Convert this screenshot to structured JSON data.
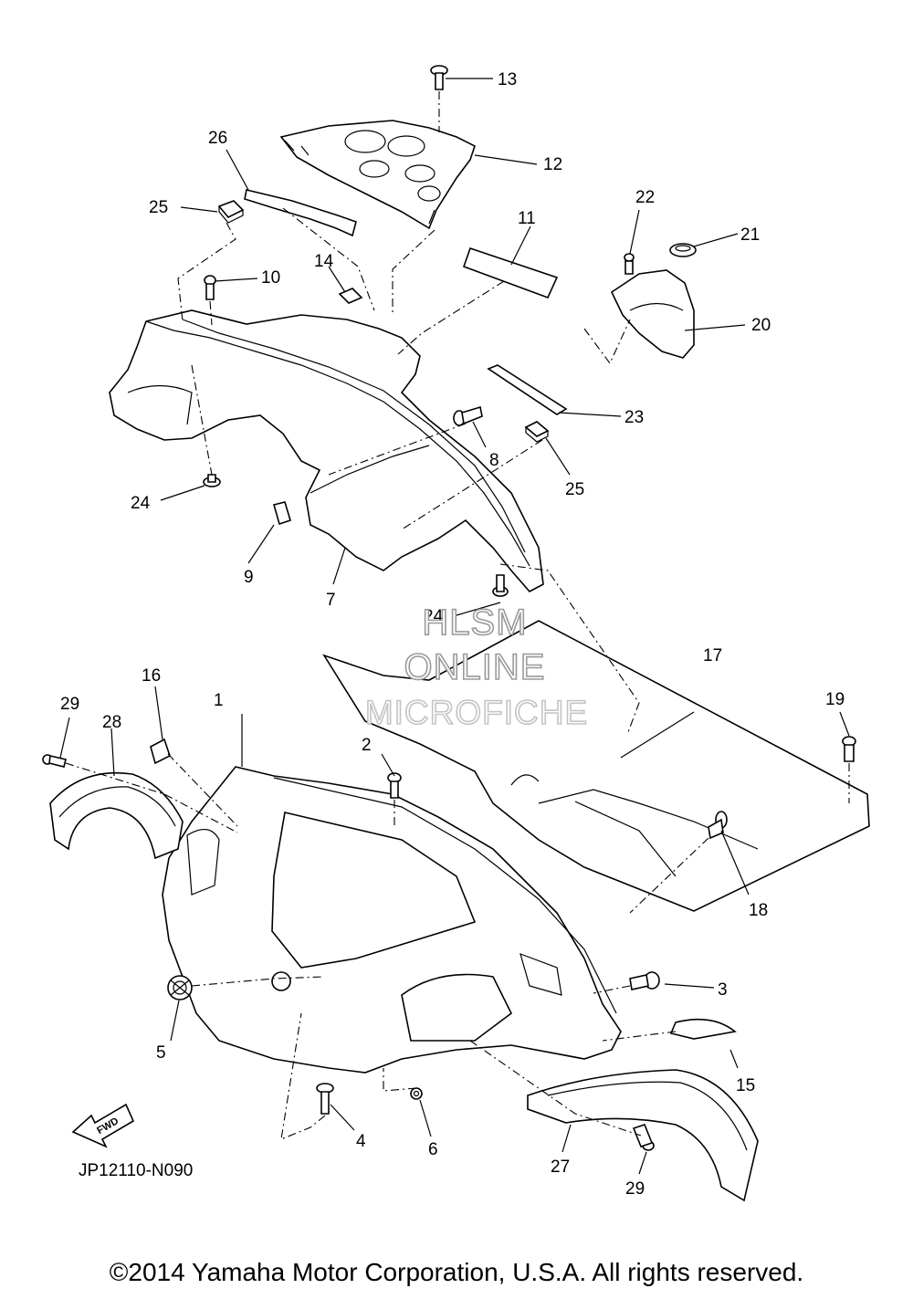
{
  "diagram_code": "JP12110-N090",
  "fwd_label": "FWD",
  "watermark": {
    "line1": "HLSM",
    "line2": "ONLINE",
    "line3": "MICROFICHE"
  },
  "copyright": "©2014 Yamaha Motor Corporation, U.S.A. All rights reserved.",
  "callouts": {
    "c1": "1",
    "c2": "2",
    "c3": "3",
    "c4": "4",
    "c5": "5",
    "c6": "6",
    "c7": "7",
    "c8": "8",
    "c9": "9",
    "c10": "10",
    "c11": "11",
    "c12": "12",
    "c13": "13",
    "c14": "14",
    "c15": "15",
    "c16": "16",
    "c17": "17",
    "c18": "18",
    "c19": "19",
    "c20": "20",
    "c21": "21",
    "c22": "22",
    "c23": "23",
    "c24a": "24",
    "c24b": "24",
    "c25a": "25",
    "c25b": "25",
    "c26": "26",
    "c27": "27",
    "c28": "28",
    "c29a": "29",
    "c29b": "29"
  }
}
